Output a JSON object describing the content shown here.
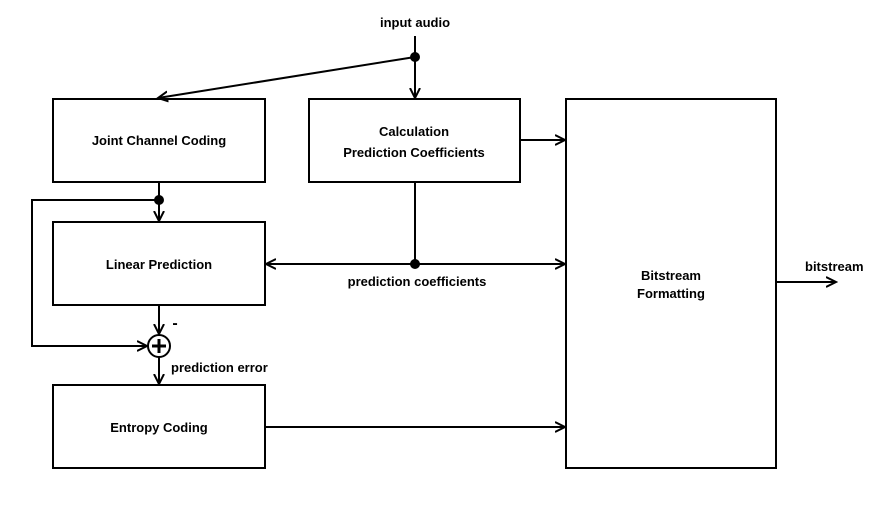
{
  "blocks": {
    "joint_channel_coding": "Joint Channel Coding",
    "calculation_line1": "Calculation",
    "calculation_line2": "Prediction Coefficients",
    "linear_prediction": "Linear Prediction",
    "entropy_coding": "Entropy Coding",
    "bitstream_line1": "Bitstream",
    "bitstream_line2": "Formatting"
  },
  "labels": {
    "input_audio": "input audio",
    "prediction_coefficients": "prediction coefficients",
    "prediction_error": "prediction error",
    "bitstream": "bitstream",
    "minus_sign": "-"
  },
  "symbols": {
    "adder": "plus-in-circle"
  }
}
